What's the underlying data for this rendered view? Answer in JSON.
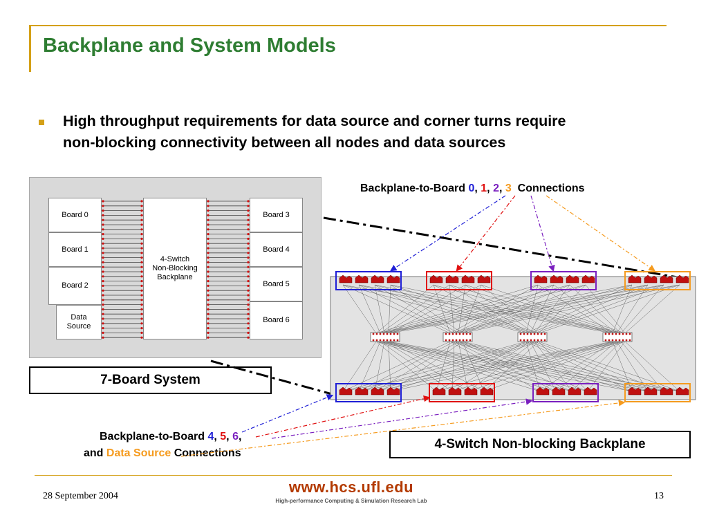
{
  "slide": {
    "title": "Backplane and System Models",
    "bullet": {
      "line1": "High throughput requirements for data source and corner turns require",
      "line2": "non-blocking connectivity between all nodes and data sources"
    }
  },
  "system_diagram": {
    "boards_left": [
      "Board 0",
      "Board 1",
      "Board 2"
    ],
    "data_source": [
      "Data",
      "Source"
    ],
    "backplane": [
      "4-Switch",
      "Non-Blocking",
      "Backplane"
    ],
    "boards_right": [
      "Board 3",
      "Board 4",
      "Board 5",
      "Board 6"
    ]
  },
  "captions": {
    "system": "7-Board System",
    "backplane": "4-Switch Non-blocking Backplane"
  },
  "top_label": {
    "prefix": "Backplane-to-Board ",
    "n0": "0",
    "sep1": ", ",
    "n1": "1",
    "sep2": ", ",
    "n2": "2",
    "sep3": ", ",
    "n3": "3",
    "suffix": "  Connections"
  },
  "bottom_label": {
    "prefix": "Backplane-to-Board ",
    "n4": "4",
    "sep1": ", ",
    "n5": "5",
    "sep2": ", ",
    "n6": "6",
    "sep3": ",",
    "line2_prefix": "and ",
    "data_source": "Data Source",
    "line2_suffix": " Connections"
  },
  "colors": {
    "title": "#2e7d32",
    "accent": "#d4a017",
    "blue": "#1f1fd6",
    "red": "#e01010",
    "purple": "#7a1fbf",
    "orange": "#f59b1f"
  },
  "footer": {
    "date": "28 September 2004",
    "url": "www.hcs.ufl.edu",
    "lab": "High-performance Computing & Simulation Research Lab",
    "page": "13"
  }
}
